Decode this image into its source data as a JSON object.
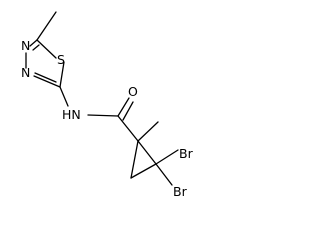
{
  "molecule": {
    "atoms": {
      "s1": "S",
      "n1": "N",
      "n2": "N",
      "nh": "HN",
      "o1": "O",
      "br1": "Br",
      "br2": "Br"
    },
    "bonds": [
      {
        "from": "methyl_top",
        "to": "c5",
        "order": 1
      },
      {
        "from": "c5",
        "to": "s1",
        "order": 1
      },
      {
        "from": "s1",
        "to": "c2",
        "order": 1
      },
      {
        "from": "c2",
        "to": "n3",
        "order": 2
      },
      {
        "from": "n3",
        "to": "n4",
        "order": 1
      },
      {
        "from": "n4",
        "to": "c5",
        "order": 2
      },
      {
        "from": "c2",
        "to": "nh",
        "order": 1
      },
      {
        "from": "nh",
        "to": "carbonyl_c",
        "order": 1
      },
      {
        "from": "carbonyl_c",
        "to": "o1",
        "order": 2
      },
      {
        "from": "carbonyl_c",
        "to": "cp1",
        "order": 1
      },
      {
        "from": "cp1",
        "to": "methyl_cp",
        "order": 1
      },
      {
        "from": "cp1",
        "to": "cp2",
        "order": 1
      },
      {
        "from": "cp2",
        "to": "cp3",
        "order": 1
      },
      {
        "from": "cp3",
        "to": "cp1",
        "order": 1
      },
      {
        "from": "cp2",
        "to": "br1",
        "order": 1
      },
      {
        "from": "cp2",
        "to": "br2",
        "order": 1
      }
    ]
  }
}
